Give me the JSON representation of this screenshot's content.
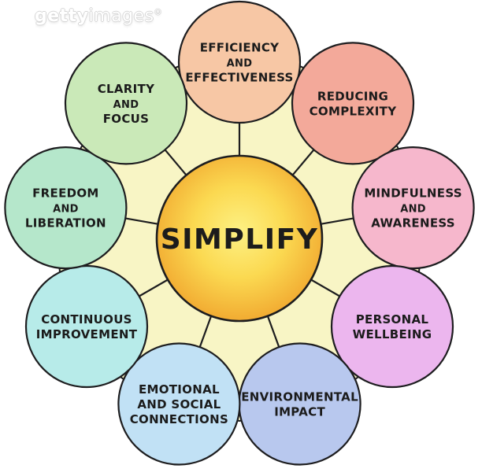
{
  "watermark": {
    "brand_bold": "getty",
    "brand_light": "images",
    "registered": "®"
  },
  "diagram": {
    "background": "#ffffff",
    "outline_color": "#1d1d1f",
    "petal_fill": "#f8f5c5",
    "label_color": "#1b1b1b",
    "center": {
      "id": "simplify",
      "label": "SIMPLIFY",
      "fill_center": "#fdf184",
      "fill_mid": "#fbd951",
      "fill_edge": "#f0a42d",
      "text_color": "#1c1c1c"
    },
    "nodes": [
      {
        "id": "efficiency-and-effectiveness",
        "lines": [
          "EFFICIENCY",
          "AND",
          "EFFECTIVENESS"
        ],
        "small_lines": [
          1
        ],
        "fill": "#f7c7a5",
        "angle_deg": -90
      },
      {
        "id": "reducing-complexity",
        "lines": [
          "REDUCING",
          "COMPLEXITY"
        ],
        "small_lines": [],
        "fill": "#f3a99a",
        "angle_deg": -50
      },
      {
        "id": "mindfulness-and-awareness",
        "lines": [
          "MINDFULNESS",
          "AND",
          "AWARENESS"
        ],
        "small_lines": [
          1
        ],
        "fill": "#f6b7cc",
        "angle_deg": -10
      },
      {
        "id": "personal-wellbeing",
        "lines": [
          "PERSONAL",
          "WELLBEING"
        ],
        "small_lines": [],
        "fill": "#ecb6ee",
        "angle_deg": 30
      },
      {
        "id": "environmental-impact",
        "lines": [
          "ENVIRONMENTAL",
          "IMPACT"
        ],
        "small_lines": [],
        "fill": "#b8c8ee",
        "angle_deg": 70
      },
      {
        "id": "emotional-and-social-connections",
        "lines": [
          "EMOTIONAL",
          "AND SOCIAL",
          "CONNECTIONS"
        ],
        "small_lines": [],
        "fill": "#c1e1f5",
        "angle_deg": 110
      },
      {
        "id": "continuous-improvement",
        "lines": [
          "CONTINUOUS",
          "IMPROVEMENT"
        ],
        "small_lines": [],
        "fill": "#b7ebe9",
        "angle_deg": 150
      },
      {
        "id": "freedom-and-liberation",
        "lines": [
          "FREEDOM",
          "AND",
          "LIBERATION"
        ],
        "small_lines": [
          1
        ],
        "fill": "#b5e7cb",
        "angle_deg": 190
      },
      {
        "id": "clarity-and-focus",
        "lines": [
          "CLARITY",
          "AND",
          "FOCUS"
        ],
        "small_lines": [
          1
        ],
        "fill": "#cae9b8",
        "angle_deg": 230
      }
    ]
  }
}
